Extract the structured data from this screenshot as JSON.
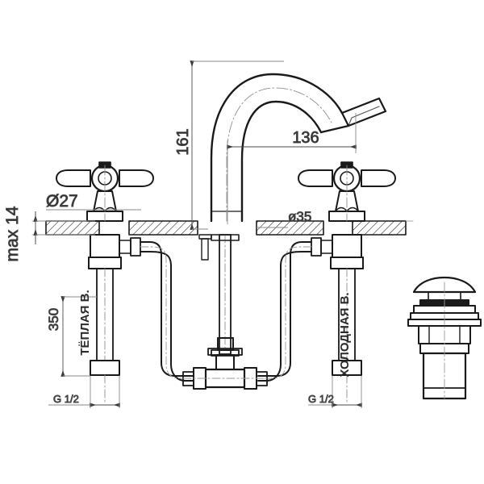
{
  "drawing": {
    "title": "Basin mixer tap technical drawing",
    "background_color": "#ffffff",
    "line_color": "#1a1a1a",
    "dimension_color": "#4a4a4a",
    "centerline_color": "#7a7a7a"
  },
  "dimensions": {
    "spout_height": "161",
    "spout_reach": "136",
    "handle_diameter": "Ø27",
    "spout_base_diameter": "ø35",
    "deck_thickness": "max 14",
    "supply_length": "350",
    "thread_left": "G 1/2",
    "thread_right": "G 1/2"
  },
  "labels": {
    "hot_water": "ТЁПЛАЯ В.",
    "cold_water": "ХОЛОДНАЯ В."
  },
  "components": {
    "spout": "gooseneck-spout",
    "left_handle": "cross-handle-hot",
    "right_handle": "cross-handle-cold",
    "manifold": "tee-junction",
    "waste": "pop-up-waste-drain",
    "deck": "counter-deck-section"
  }
}
